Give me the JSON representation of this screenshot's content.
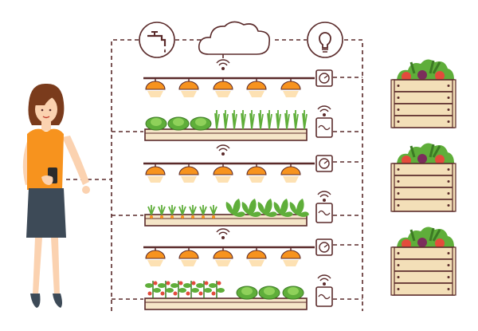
{
  "scene": {
    "colors": {
      "outline": "#5a2a2a",
      "lamp": "#f7931e",
      "light_glow": "#fdd9a0",
      "soil": "#f5e6c8",
      "crate_wood": "#f3dfb8",
      "shirt": "#f7931e",
      "skirt": "#3d4a57",
      "hair": "#7a3b1c",
      "skin": "#fbd2b0",
      "leaf_green": "#5fae3a",
      "leaf_light": "#8fd15a",
      "tomato_red": "#e34b3c",
      "cloud": "#ffffff"
    },
    "icons": {
      "water": "water-tap-icon",
      "cloud": "cloud-icon",
      "light": "light-bulb-icon",
      "sensor": "sensor-gauge-icon",
      "signal": "wireless-signal-icon",
      "controller": "phone-controller-icon"
    },
    "tiers": [
      {
        "crops": [
          "cabbage",
          "cabbage",
          "cabbage",
          "onion-sprouts"
        ]
      },
      {
        "crops": [
          "carrot-sprouts",
          "leafy-plants"
        ]
      },
      {
        "crops": [
          "tomato-plants",
          "cabbage"
        ]
      }
    ],
    "crates": [
      {
        "contents": "mixed-vegetables"
      },
      {
        "contents": "mixed-vegetables"
      },
      {
        "contents": "mixed-vegetables"
      }
    ]
  }
}
